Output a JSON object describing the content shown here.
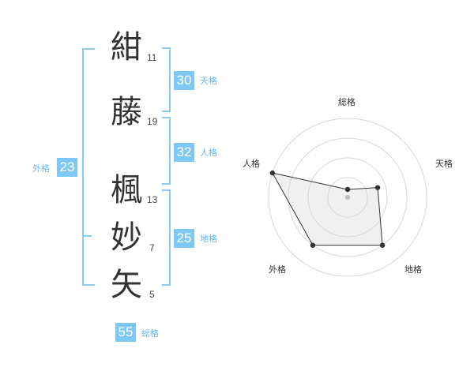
{
  "name_chars": [
    {
      "char": "紺",
      "strokes": "11"
    },
    {
      "char": "藤",
      "strokes": "19"
    },
    {
      "char": "楓",
      "strokes": "13"
    },
    {
      "char": "妙",
      "strokes": "7"
    },
    {
      "char": "矢",
      "strokes": "5"
    }
  ],
  "kaku": {
    "tenkaku": {
      "value": "30",
      "label": "天格"
    },
    "jinkaku": {
      "value": "32",
      "label": "人格"
    },
    "chikaku": {
      "value": "25",
      "label": "地格"
    },
    "gaikaku": {
      "value": "23",
      "label": "外格"
    },
    "soukaku": {
      "value": "55",
      "label": "総格"
    }
  },
  "colors": {
    "accent": "#7fc8f3",
    "bracket": "#8ccbf0",
    "label": "#6cb7e6",
    "text": "#333333"
  },
  "chart_data": {
    "type": "radar",
    "axes": [
      "総格",
      "天格",
      "地格",
      "外格",
      "人格"
    ],
    "values": [
      0.1,
      0.4,
      0.75,
      0.75,
      1.0
    ],
    "max": 1.0,
    "rings": 4
  }
}
